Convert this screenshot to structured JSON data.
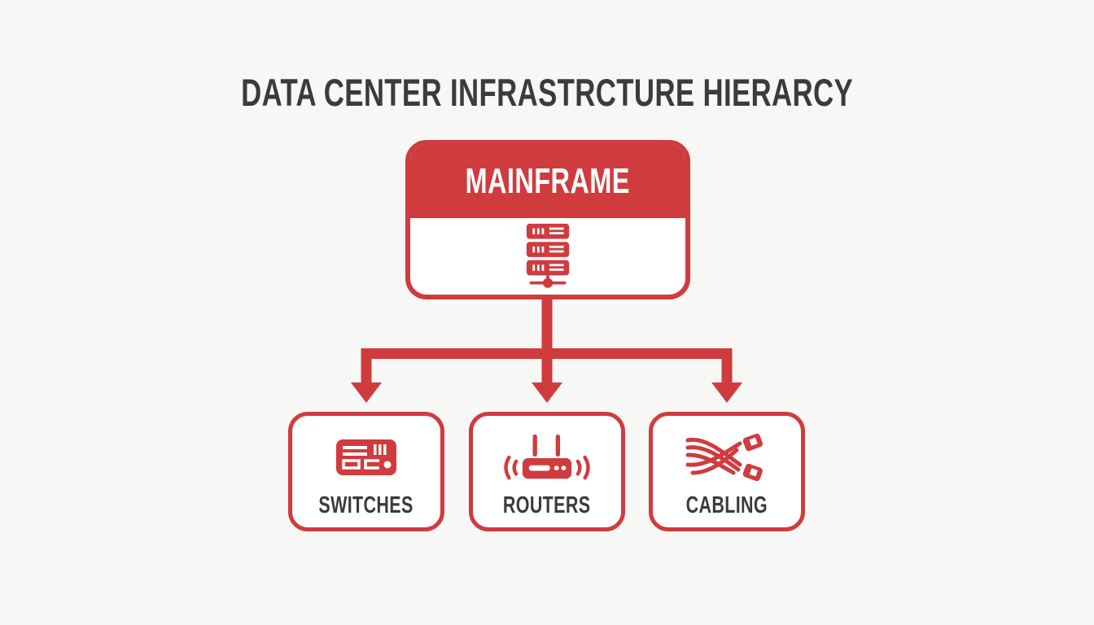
{
  "title": "DATA CENTER INFRASTRCTURE HIERARCY",
  "colors": {
    "red": "#d03b3e",
    "text_dark": "#3b3b3b",
    "background": "#f7f7f5",
    "node_fill": "#ffffff"
  },
  "root_node": {
    "label": "MAINFRAME",
    "icon": "server-rack-icon"
  },
  "child_nodes": [
    {
      "label": "SWITCHES",
      "icon": "network-switch-icon"
    },
    {
      "label": "ROUTERS",
      "icon": "wireless-router-icon"
    },
    {
      "label": "CABLING",
      "icon": "network-cables-icon"
    }
  ],
  "connector": {
    "style": "red branching arrows",
    "from": "MAINFRAME",
    "to": [
      "SWITCHES",
      "ROUTERS",
      "CABLING"
    ]
  }
}
